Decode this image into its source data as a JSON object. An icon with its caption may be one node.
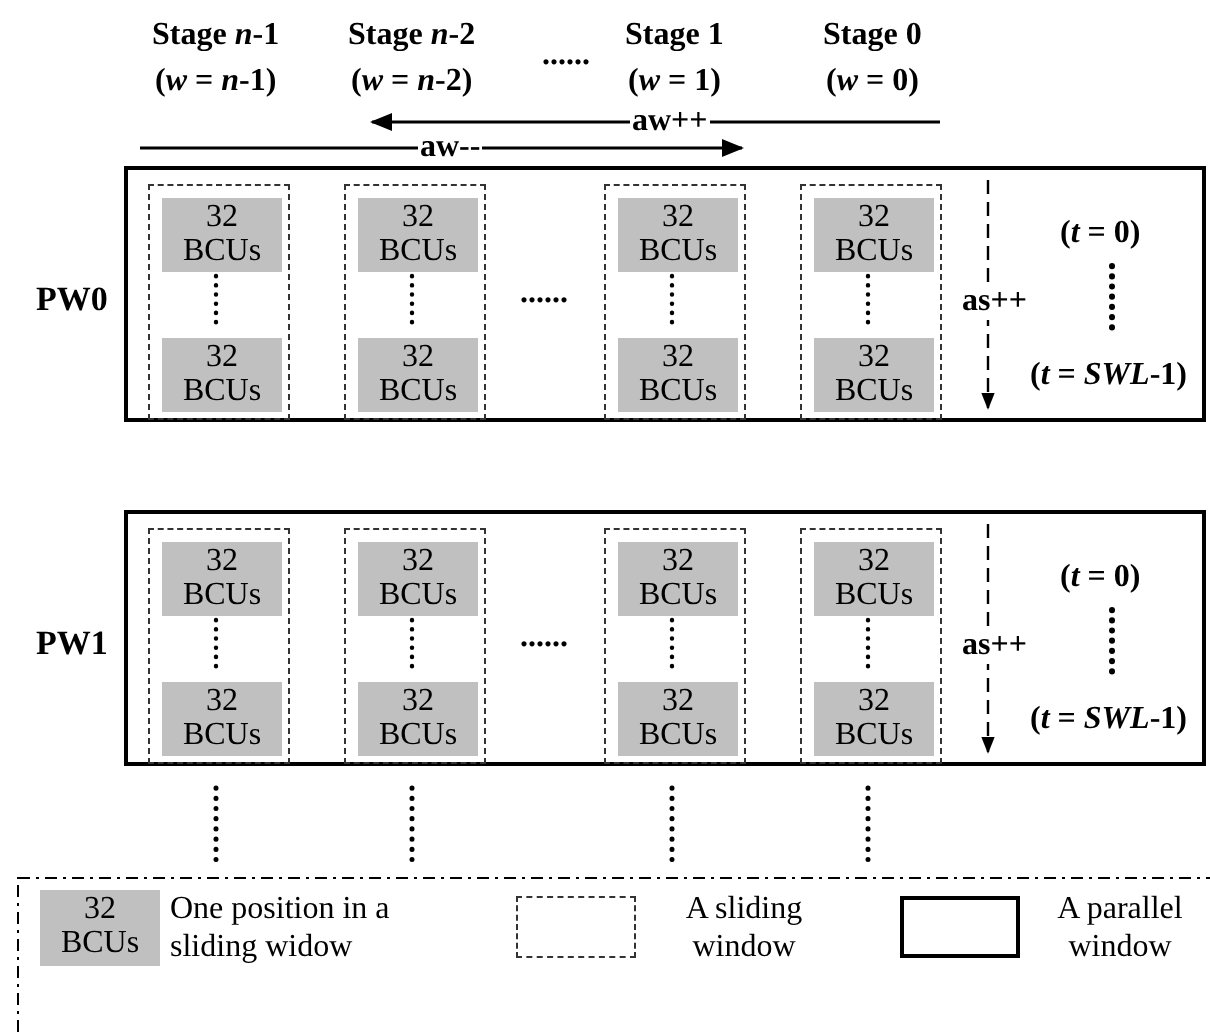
{
  "diagram": {
    "nodes": [
      {
        "text": [
          "PW0"
        ]
      },
      {
        "text": [],
        "shape": "box",
        "in": 0
      },
      {
        "text": [
          "32 BCUs"
        ],
        "in": 1
      },
      {
        "text": [
          "32 BCUs"
        ],
        "in": 1
      },
      {
        "text": [],
        "shape": "box",
        "in": 0
      },
      {
        "text": [
          "32 BCUs"
        ],
        "in": 4
      },
      {
        "text": [
          "32 BCUs"
        ],
        "in": 4
      },
      {
        "text": [],
        "shape": "box",
        "in": 0
      },
      {
        "text": [
          "32 BCUs"
        ],
        "in": 7
      },
      {
        "text": [
          "32 BCUs"
        ],
        "in": 7
      },
      {
        "text": [],
        "shape": "box",
        "in": 0
      },
      {
        "text": [
          "32 BCUs"
        ],
        "in": 10
      },
      {
        "text": [
          "32 BCUs"
        ],
        "in": 10
      },
      {
        "text": [
          "PW1"
        ]
      },
      {
        "text": [],
        "shape": "box",
        "in": 13
      },
      {
        "text": [
          "32 BCUs"
        ],
        "in": 14
      },
      {
        "text": [
          "32 BCUs"
        ],
        "in": 14
      },
      {
        "text": [],
        "shape": "box",
        "in": 13
      },
      {
        "text": [
          "32 BCUs"
        ],
        "in": 17
      },
      {
        "text": [
          "32 BCUs"
        ],
        "in": 17
      },
      {
        "text": [],
        "shape": "box",
        "in": 13
      },
      {
        "text": [
          "32 BCUs"
        ],
        "in": 20
      },
      {
        "text": [
          "32 BCUs"
        ],
        "in": 20
      },
      {
        "text": [],
        "shape": "box",
        "in": 13
      },
      {
        "text": [
          "32 BCUs"
        ],
        "in": 23
      },
      {
        "text": [
          "32 BCUs"
        ],
        "in": 23
      }
    ],
    "edges": [],
    "labels": [
      "Stage *n*-1",
      "Stage *n*-2",
      "......",
      "Stage 1",
      "Stage 0",
      "(*w* = *n*-1)",
      "(*w* = *n*-2)",
      "(*w* = 1)",
      "(*w* = 0)",
      "aw++",
      "aw--",
      "......",
      "as++",
      "(*t* = 0)",
      "(*t* = *SWL*-1)",
      "......",
      "as++",
      "(*t* = 0)",
      "(*t* = *SWL*-1)",
      "32 BCUs"
    ],
    "legend": [
      {
        "text": "One position in a sliding widow",
        "color": "#c0c0c0"
      },
      {
        "text": "A sliding window"
      },
      {
        "text": "A parallel window"
      }
    ]
  }
}
